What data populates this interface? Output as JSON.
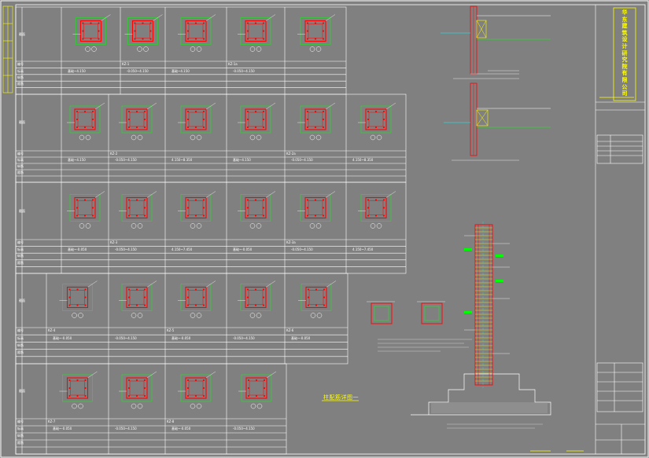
{
  "drawing": {
    "title": "柱配筋详图一",
    "company_chars": [
      "华",
      "东",
      "建",
      "筑",
      "设",
      "计",
      "研",
      "究",
      "院",
      "有",
      "限",
      "公",
      "司"
    ]
  },
  "table": {
    "row_labels": {
      "section": "截面",
      "number": "编号",
      "elevation": "标高",
      "reinforcement": "纵筋",
      "stirrup": "箍筋"
    },
    "blocks": [
      {
        "codes": [
          "KZ-1",
          "KZ-1a"
        ],
        "elevations": [
          "基础~4.150",
          "-0.050~4.150",
          "基础~4.150",
          "-0.050~4.150"
        ]
      },
      {
        "codes": [
          "KZ-2",
          "KZ-2a"
        ],
        "elevations": [
          "基础~4.150",
          "-0.050~4.150",
          "4.150~8.350",
          "基础~4.150",
          "-0.050~4.150",
          "4.150~8.350"
        ]
      },
      {
        "codes": [
          "KZ-3",
          "KZ-3a"
        ],
        "elevations": [
          "基础~-0.050",
          "-0.050~4.150",
          "4.150~7.450",
          "基础~-0.050",
          "-0.050~4.150",
          "4.150~7.450"
        ]
      },
      {
        "codes": [
          "KZ-4",
          "KZ-5",
          "KZ-6"
        ],
        "elevations": [
          "基础~-0.050",
          "-0.050~4.150",
          "基础~-0.050",
          "-0.050~4.150",
          "基础~-0.050"
        ]
      },
      {
        "codes": [
          "KZ-7",
          "KZ-8"
        ],
        "elevations": [
          "基础~-0.050",
          "-0.050~4.150",
          "基础~-0.050",
          "-0.050~4.150"
        ]
      }
    ]
  },
  "colors": {
    "background": "#808080",
    "rebar": "#ff0000",
    "stirrup": "#00ff00",
    "text": "#ffffff",
    "annotation": "#ffff00",
    "accent": "#00ffff"
  }
}
